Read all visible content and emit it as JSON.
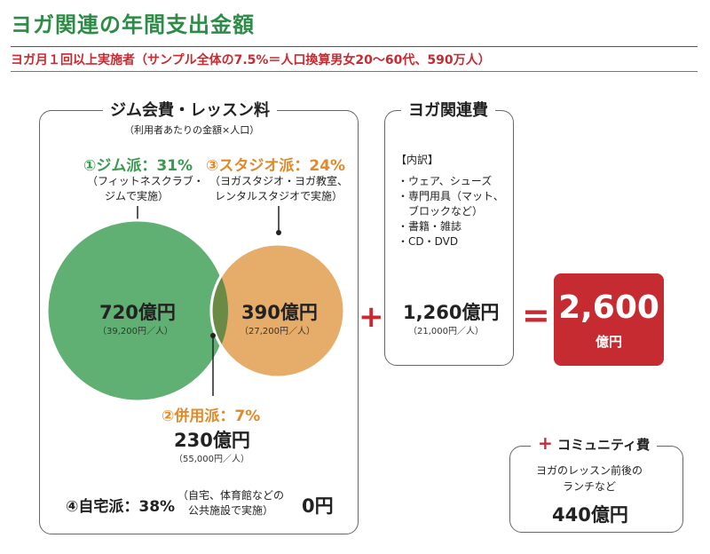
{
  "header": {
    "title": "ヨガ関連の年間支出金額",
    "subtitle": "ヨガ月１回以上実施者（サンプル全体の7.5%＝人口換算男女20〜60代、590万人）"
  },
  "gym_panel": {
    "title": "ジム会費・レッスン料",
    "sub": "（利用者あたりの金額×人口）",
    "gym": {
      "label": "①ジム派：31%",
      "desc_1": "（フィットネスクラブ・",
      "desc_2": "ジムで実施）",
      "amount": "720億円",
      "per_person": "（39,200円／人）"
    },
    "studio": {
      "label": "③スタジオ派：24%",
      "desc_1": "（ヨガスタジオ・ヨガ教室、",
      "desc_2": "レンタルスタジオで実施）",
      "amount": "390億円",
      "per_person": "（27,200円／人）"
    },
    "both": {
      "label": "②併用派：7%",
      "amount": "230億円",
      "per_person": "（55,000円／人）"
    },
    "home": {
      "label": "④自宅派：38%",
      "desc_1": "（自宅、体育館などの",
      "desc_2": "公共施設で実施）",
      "amount": "0円"
    }
  },
  "yoga_panel": {
    "title": "ヨガ関連費",
    "breakdown_label": "【内訳】",
    "items": [
      "・ウェア、シューズ",
      "・専門用具（マット、",
      "　ブロックなど）",
      "・書籍・雑誌",
      "・CD・DVD"
    ],
    "amount": "1,260億円",
    "per_person": "（21,000円／人）"
  },
  "operators": {
    "plus": "+",
    "equals": "="
  },
  "total": {
    "value": "2,600",
    "unit": "億円"
  },
  "community": {
    "plus": "+",
    "title": "コミュニティ費",
    "desc_1": "ヨガのレッスン前後の",
    "desc_2": "ランチなど",
    "amount": "440億円"
  },
  "colors": {
    "gym_circle": "#5fb072",
    "studio_circle": "#e6ad6a",
    "overlap": "#6b8a45",
    "accent_red": "#c62b32",
    "title_green": "#2e8b47"
  }
}
